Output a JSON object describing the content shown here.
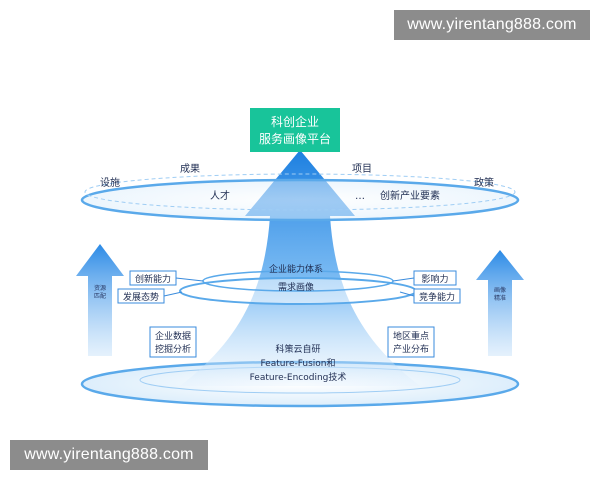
{
  "watermark_top": "www.yirentang888.com",
  "watermark_bottom": "www.yirentang888.com",
  "top_box": {
    "line1": "科创企业",
    "line2": "服务画像平台"
  },
  "top_ring": {
    "labels": [
      "设施",
      "成果",
      "人才",
      "项目",
      "…",
      "创新产业要素",
      "政策"
    ]
  },
  "middle": {
    "center_line1": "企业能力体系",
    "center_line2": "需求画像",
    "left_boxes": [
      "创新能力",
      "发展态势"
    ],
    "right_boxes": [
      "影响力",
      "竞争能力"
    ]
  },
  "bottom": {
    "left_box_line1": "企业数据",
    "left_box_line2": "挖掘分析",
    "right_box_line1": "地区重点",
    "right_box_line2": "产业分布",
    "center_line1": "科策云自研",
    "center_line2": "Feature-Fusion和",
    "center_line3": "Feature-Encoding技术"
  },
  "side_arrows": {
    "left_line1": "资源",
    "left_line2": "匹配",
    "right_line1": "画像",
    "right_line2": "精准"
  },
  "colors": {
    "accent": "#1e88e5",
    "ring": "#5aa9ea",
    "top_box": "#18c49a",
    "label_text": "#1f2d52"
  }
}
